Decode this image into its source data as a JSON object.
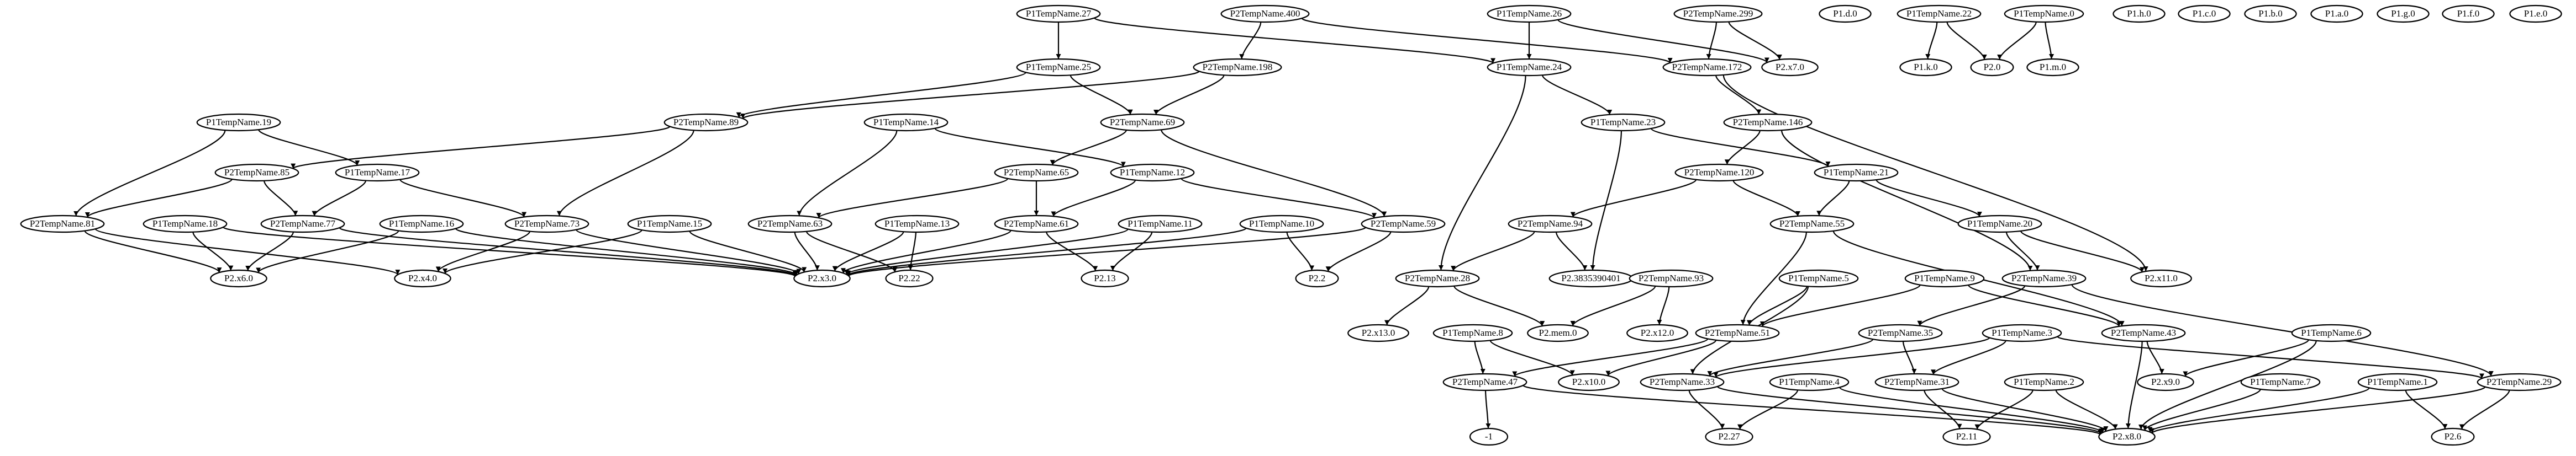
{
  "graph": {
    "nodes": [
      {
        "id": "P1TempName.27",
        "label": "P1TempName.27"
      },
      {
        "id": "P2TempName.400",
        "label": "P2TempName.400"
      },
      {
        "id": "P1TempName.26",
        "label": "P1TempName.26"
      },
      {
        "id": "P2TempName.299",
        "label": "P2TempName.299"
      },
      {
        "id": "P1.d.0",
        "label": "P1.d.0"
      },
      {
        "id": "P1TempName.22",
        "label": "P1TempName.22"
      },
      {
        "id": "P1TempName.0",
        "label": "P1TempName.0"
      },
      {
        "id": "P1.h.0",
        "label": "P1.h.0"
      },
      {
        "id": "P1.c.0",
        "label": "P1.c.0"
      },
      {
        "id": "P1.b.0",
        "label": "P1.b.0"
      },
      {
        "id": "P1.a.0",
        "label": "P1.a.0"
      },
      {
        "id": "P1.g.0",
        "label": "P1.g.0"
      },
      {
        "id": "P1.f.0",
        "label": "P1.f.0"
      },
      {
        "id": "P1.e.0",
        "label": "P1.e.0"
      },
      {
        "id": "P1TempName.25",
        "label": "P1TempName.25"
      },
      {
        "id": "P2TempName.198",
        "label": "P2TempName.198"
      },
      {
        "id": "P1TempName.24",
        "label": "P1TempName.24"
      },
      {
        "id": "P2TempName.172",
        "label": "P2TempName.172"
      },
      {
        "id": "P2.x7.0",
        "label": "P2.x7.0"
      },
      {
        "id": "P1.k.0",
        "label": "P1.k.0"
      },
      {
        "id": "P2.0",
        "label": "P2.0"
      },
      {
        "id": "P1.m.0",
        "label": "P1.m.0"
      },
      {
        "id": "P1TempName.19",
        "label": "P1TempName.19"
      },
      {
        "id": "P2TempName.89",
        "label": "P2TempName.89"
      },
      {
        "id": "P1TempName.14",
        "label": "P1TempName.14"
      },
      {
        "id": "P2TempName.69",
        "label": "P2TempName.69"
      },
      {
        "id": "P1TempName.23",
        "label": "P1TempName.23"
      },
      {
        "id": "P2TempName.146",
        "label": "P2TempName.146"
      },
      {
        "id": "P2TempName.85",
        "label": "P2TempName.85"
      },
      {
        "id": "P1TempName.17",
        "label": "P1TempName.17"
      },
      {
        "id": "P2TempName.65",
        "label": "P2TempName.65"
      },
      {
        "id": "P1TempName.12",
        "label": "P1TempName.12"
      },
      {
        "id": "P2TempName.120",
        "label": "P2TempName.120"
      },
      {
        "id": "P1TempName.21",
        "label": "P1TempName.21"
      },
      {
        "id": "P2TempName.81",
        "label": "P2TempName.81"
      },
      {
        "id": "P1TempName.18",
        "label": "P1TempName.18"
      },
      {
        "id": "P2TempName.77",
        "label": "P2TempName.77"
      },
      {
        "id": "P1TempName.16",
        "label": "P1TempName.16"
      },
      {
        "id": "P2TempName.73",
        "label": "P2TempName.73"
      },
      {
        "id": "P1TempName.15",
        "label": "P1TempName.15"
      },
      {
        "id": "P2TempName.63",
        "label": "P2TempName.63"
      },
      {
        "id": "P1TempName.13",
        "label": "P1TempName.13"
      },
      {
        "id": "P2TempName.61",
        "label": "P2TempName.61"
      },
      {
        "id": "P1TempName.11",
        "label": "P1TempName.11"
      },
      {
        "id": "P1TempName.10",
        "label": "P1TempName.10"
      },
      {
        "id": "P2TempName.59",
        "label": "P2TempName.59"
      },
      {
        "id": "P2TempName.94",
        "label": "P2TempName.94"
      },
      {
        "id": "P2TempName.55",
        "label": "P2TempName.55"
      },
      {
        "id": "P1TempName.20",
        "label": "P1TempName.20"
      },
      {
        "id": "P2.x6.0",
        "label": "P2.x6.0"
      },
      {
        "id": "P2.x4.0",
        "label": "P2.x4.0"
      },
      {
        "id": "P2.x3.0",
        "label": "P2.x3.0"
      },
      {
        "id": "P2.22",
        "label": "P2.22"
      },
      {
        "id": "P2.13",
        "label": "P2.13"
      },
      {
        "id": "P2.2",
        "label": "P2.2"
      },
      {
        "id": "P2TempName.28",
        "label": "P2TempName.28"
      },
      {
        "id": "P2.3835390401",
        "label": "P2.3835390401"
      },
      {
        "id": "P2TempName.93",
        "label": "P2TempName.93"
      },
      {
        "id": "P2TempName.39",
        "label": "P2TempName.39"
      },
      {
        "id": "P2.x11.0",
        "label": "P2.x11.0"
      },
      {
        "id": "P2.x13.0",
        "label": "P2.x13.0"
      },
      {
        "id": "P2.mem.0",
        "label": "P2.mem.0"
      },
      {
        "id": "P2.x12.0",
        "label": "P2.x12.0"
      },
      {
        "id": "P1TempName.5",
        "label": "P1TempName.5"
      },
      {
        "id": "P1TempName.9",
        "label": "P1TempName.9"
      },
      {
        "id": "P2TempName.51",
        "label": "P2TempName.51"
      },
      {
        "id": "P2TempName.35",
        "label": "P2TempName.35"
      },
      {
        "id": "P1TempName.3",
        "label": "P1TempName.3"
      },
      {
        "id": "P2TempName.43",
        "label": "P2TempName.43"
      },
      {
        "id": "P1TempName.6",
        "label": "P1TempName.6"
      },
      {
        "id": "P1TempName.8",
        "label": "P1TempName.8"
      },
      {
        "id": "P2TempName.47",
        "label": "P2TempName.47"
      },
      {
        "id": "P2.x10.0",
        "label": "P2.x10.0"
      },
      {
        "id": "P2TempName.33",
        "label": "P2TempName.33"
      },
      {
        "id": "P1TempName.4",
        "label": "P1TempName.4"
      },
      {
        "id": "P2TempName.31",
        "label": "P2TempName.31"
      },
      {
        "id": "P1TempName.2",
        "label": "P1TempName.2"
      },
      {
        "id": "P2.x9.0",
        "label": "P2.x9.0"
      },
      {
        "id": "P1TempName.7",
        "label": "P1TempName.7"
      },
      {
        "id": "P1TempName.1",
        "label": "P1TempName.1"
      },
      {
        "id": "P2TempName.29",
        "label": "P2TempName.29"
      },
      {
        "id": "-1",
        "label": "-1"
      },
      {
        "id": "P2.27",
        "label": "P2.27"
      },
      {
        "id": "P2.11",
        "label": "P2.11"
      },
      {
        "id": "P2.x8.0",
        "label": "P2.x8.0"
      },
      {
        "id": "P2.6",
        "label": "P2.6"
      }
    ],
    "edges": [
      [
        "P1TempName.27",
        "P1TempName.25"
      ],
      [
        "P1TempName.27",
        "P1TempName.24"
      ],
      [
        "P2TempName.400",
        "P2TempName.198"
      ],
      [
        "P2TempName.400",
        "P2TempName.172"
      ],
      [
        "P1TempName.26",
        "P1TempName.24"
      ],
      [
        "P1TempName.26",
        "P2.x7.0"
      ],
      [
        "P2TempName.299",
        "P2TempName.172"
      ],
      [
        "P2TempName.299",
        "P2.x7.0"
      ],
      [
        "P1TempName.22",
        "P1.k.0"
      ],
      [
        "P1TempName.22",
        "P2.0"
      ],
      [
        "P1TempName.0",
        "P2.0"
      ],
      [
        "P1TempName.0",
        "P1.m.0"
      ],
      [
        "P1TempName.25",
        "P2TempName.89"
      ],
      [
        "P1TempName.25",
        "P2TempName.69"
      ],
      [
        "P2TempName.198",
        "P2TempName.89"
      ],
      [
        "P2TempName.198",
        "P2TempName.69"
      ],
      [
        "P1TempName.24",
        "P1TempName.23"
      ],
      [
        "P1TempName.24",
        "P2TempName.28"
      ],
      [
        "P2TempName.172",
        "P2TempName.146"
      ],
      [
        "P2TempName.172",
        "P2.x11.0"
      ],
      [
        "P1TempName.19",
        "P1TempName.17"
      ],
      [
        "P1TempName.19",
        "P2TempName.81"
      ],
      [
        "P2TempName.89",
        "P2TempName.85"
      ],
      [
        "P2TempName.89",
        "P2TempName.73"
      ],
      [
        "P1TempName.14",
        "P1TempName.12"
      ],
      [
        "P1TempName.14",
        "P2TempName.63"
      ],
      [
        "P2TempName.69",
        "P2TempName.65"
      ],
      [
        "P2TempName.69",
        "P2TempName.59"
      ],
      [
        "P1TempName.23",
        "P1TempName.21"
      ],
      [
        "P1TempName.23",
        "P2.3835390401"
      ],
      [
        "P2TempName.146",
        "P2TempName.120"
      ],
      [
        "P2TempName.146",
        "P2TempName.39"
      ],
      [
        "P2TempName.85",
        "P2TempName.81"
      ],
      [
        "P2TempName.85",
        "P2TempName.77"
      ],
      [
        "P1TempName.17",
        "P2TempName.77"
      ],
      [
        "P1TempName.17",
        "P2TempName.73"
      ],
      [
        "P2TempName.65",
        "P2TempName.63"
      ],
      [
        "P2TempName.65",
        "P2TempName.61"
      ],
      [
        "P1TempName.12",
        "P2TempName.61"
      ],
      [
        "P1TempName.12",
        "P2TempName.59"
      ],
      [
        "P2TempName.120",
        "P2TempName.94"
      ],
      [
        "P2TempName.120",
        "P2TempName.55"
      ],
      [
        "P1TempName.21",
        "P2TempName.55"
      ],
      [
        "P1TempName.21",
        "P1TempName.20"
      ],
      [
        "P2TempName.81",
        "P2.x6.0"
      ],
      [
        "P2TempName.81",
        "P2.x4.0"
      ],
      [
        "P1TempName.18",
        "P2.x6.0"
      ],
      [
        "P1TempName.18",
        "P2.x3.0"
      ],
      [
        "P2TempName.77",
        "P2.x6.0"
      ],
      [
        "P2TempName.77",
        "P2.x3.0"
      ],
      [
        "P1TempName.16",
        "P2.x6.0"
      ],
      [
        "P1TempName.16",
        "P2.x3.0"
      ],
      [
        "P2TempName.73",
        "P2.x4.0"
      ],
      [
        "P2TempName.73",
        "P2.x3.0"
      ],
      [
        "P1TempName.15",
        "P2.x4.0"
      ],
      [
        "P1TempName.15",
        "P2.x3.0"
      ],
      [
        "P2TempName.63",
        "P2.x3.0"
      ],
      [
        "P2TempName.63",
        "P2.22"
      ],
      [
        "P1TempName.13",
        "P2.x3.0"
      ],
      [
        "P1TempName.13",
        "P2.22"
      ],
      [
        "P2TempName.61",
        "P2.x3.0"
      ],
      [
        "P2TempName.61",
        "P2.13"
      ],
      [
        "P1TempName.11",
        "P2.x3.0"
      ],
      [
        "P1TempName.11",
        "P2.13"
      ],
      [
        "P1TempName.10",
        "P2.x3.0"
      ],
      [
        "P1TempName.10",
        "P2.2"
      ],
      [
        "P2TempName.59",
        "P2.x3.0"
      ],
      [
        "P2TempName.59",
        "P2.2"
      ],
      [
        "P2TempName.94",
        "P2TempName.28"
      ],
      [
        "P2TempName.94",
        "P2.3835390401"
      ],
      [
        "P2TempName.55",
        "P2TempName.51"
      ],
      [
        "P2TempName.55",
        "P2TempName.43"
      ],
      [
        "P1TempName.20",
        "P2TempName.39"
      ],
      [
        "P1TempName.20",
        "P2.x11.0"
      ],
      [
        "P2TempName.28",
        "P2.x13.0"
      ],
      [
        "P2TempName.28",
        "P2.mem.0"
      ],
      [
        "P2TempName.93",
        "P2.mem.0"
      ],
      [
        "P2TempName.93",
        "P2.x12.0"
      ],
      [
        "P2TempName.39",
        "P2TempName.35"
      ],
      [
        "P2TempName.39",
        "P2TempName.29"
      ],
      [
        "P1TempName.5",
        "P2TempName.51"
      ],
      [
        "P1TempName.5",
        "P2TempName.33"
      ],
      [
        "P1TempName.9",
        "P2TempName.51"
      ],
      [
        "P1TempName.9",
        "P2TempName.43"
      ],
      [
        "P2TempName.51",
        "P2TempName.47"
      ],
      [
        "P2TempName.51",
        "P2.x10.0"
      ],
      [
        "P2TempName.35",
        "P2TempName.33"
      ],
      [
        "P2TempName.35",
        "P2TempName.31"
      ],
      [
        "P1TempName.3",
        "P2TempName.33"
      ],
      [
        "P1TempName.3",
        "P2TempName.31"
      ],
      [
        "P1TempName.3",
        "P2TempName.29"
      ],
      [
        "P2TempName.43",
        "P2.x9.0"
      ],
      [
        "P2TempName.43",
        "P2.x8.0"
      ],
      [
        "P1TempName.6",
        "P2.x9.0"
      ],
      [
        "P1TempName.6",
        "P2.x8.0"
      ],
      [
        "P1TempName.8",
        "P2TempName.47"
      ],
      [
        "P1TempName.8",
        "P2.x10.0"
      ],
      [
        "P2TempName.47",
        "-1"
      ],
      [
        "P2TempName.47",
        "P2.x8.0"
      ],
      [
        "P2TempName.33",
        "P2.27"
      ],
      [
        "P2TempName.33",
        "P2.x8.0"
      ],
      [
        "P1TempName.4",
        "P2.27"
      ],
      [
        "P1TempName.4",
        "P2.x8.0"
      ],
      [
        "P2TempName.31",
        "P2.11"
      ],
      [
        "P2TempName.31",
        "P2.x8.0"
      ],
      [
        "P1TempName.2",
        "P2.11"
      ],
      [
        "P1TempName.2",
        "P2.x8.0"
      ],
      [
        "P1TempName.7",
        "P2.x8.0"
      ],
      [
        "P1TempName.1",
        "P2.x8.0"
      ],
      [
        "P1TempName.1",
        "P2.6"
      ],
      [
        "P2TempName.29",
        "P2.x8.0"
      ],
      [
        "P2TempName.29",
        "P2.6"
      ]
    ]
  }
}
